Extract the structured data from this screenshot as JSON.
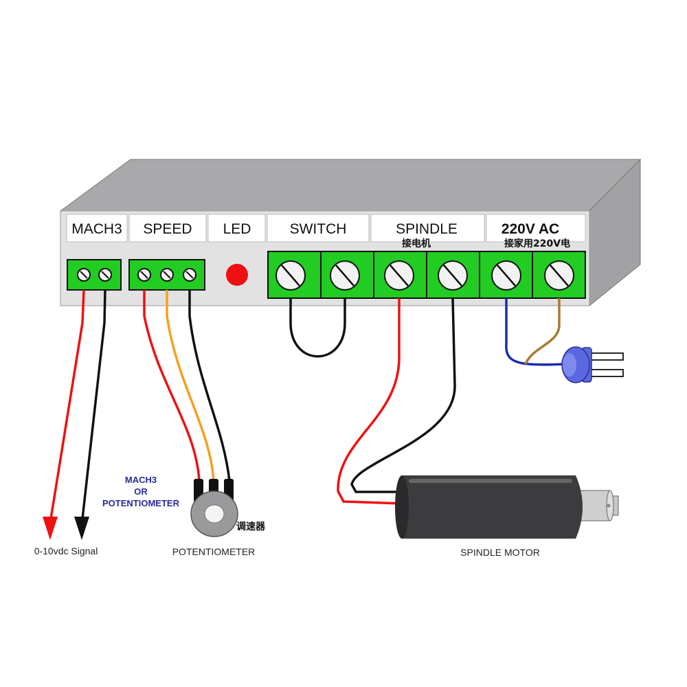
{
  "headers": {
    "mach3": "MACH3",
    "speed": "SPEED",
    "led": "LED",
    "switch": "SWITCH",
    "spindle": "SPINDLE",
    "ac": "220V AC"
  },
  "cn_labels": {
    "spindle": "接电机",
    "ac": "接家用220V电",
    "potentiometer": "调速器"
  },
  "labels": {
    "signal": "0-10vdc Signal",
    "potentiometer": "POTENTIOMETER",
    "spindle_motor": "SPINDLE MOTOR",
    "mach3_or_pot_line1": "MACH3",
    "mach3_or_pot_line2": "OR",
    "mach3_or_pot_line3": "POTENTIOMETER"
  },
  "colors": {
    "terminal_green": "#22cc22",
    "led_red": "#ee1111",
    "wire_red": "#ee1111",
    "wire_black": "#111111",
    "wire_orange": "#f5a020",
    "wire_blue": "#1a2ab0",
    "wire_brown": "#a87a30",
    "plug_blue": "#5a68e0"
  }
}
